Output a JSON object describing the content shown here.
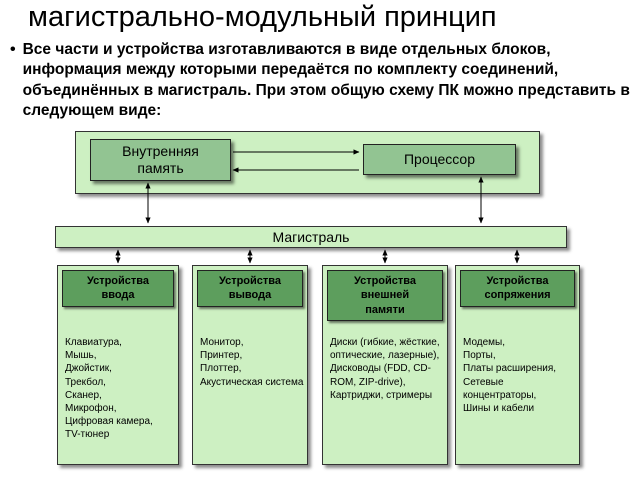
{
  "slide": {
    "title": "магистрально-модульный принцип",
    "bullet_marker": "•",
    "bullet": "Все части и устройства изготавливаются в виде отдельных блоков, информация между которыми передаётся по комплекту соединений, объединённых в магистраль. При этом общую схему ПК можно представить в следующем виде:"
  },
  "diagram": {
    "memory": "Внутренняя\nпамять",
    "processor": "Процессор",
    "bus": "Магистраль",
    "columns": [
      {
        "header": "Устройства\nввода",
        "items": [
          "Клавиатура,",
          "Мышь,",
          "Джойстик,",
          "Трекбол,",
          "Сканер,",
          "Микрофон,",
          "Цифровая камера,",
          "TV-тюнер"
        ]
      },
      {
        "header": "Устройства\nвывода",
        "items": [
          "Монитор,",
          "Принтер,",
          "Плоттер,",
          "Акустическая система"
        ]
      },
      {
        "header": "Устройства\nвнешней\nпамяти",
        "items": [
          "Диски (гибкие, жёсткие, оптические, лазерные),",
          "Дисководы (FDD, CD-ROM, ZIP-drive),",
          "Картриджи, стримеры"
        ]
      },
      {
        "header": "Устройства\nсопряжения",
        "items": [
          "Модемы,",
          "Порты,",
          "Платы расширения,",
          "Сетевые концентраторы,",
          "Шины и кабели"
        ]
      }
    ]
  },
  "colors": {
    "light_green": "#cdf0c2",
    "mid_green": "#92c492",
    "header_green": "#5d9e5d",
    "border": "#333333",
    "text": "#000000",
    "background": "#ffffff"
  }
}
